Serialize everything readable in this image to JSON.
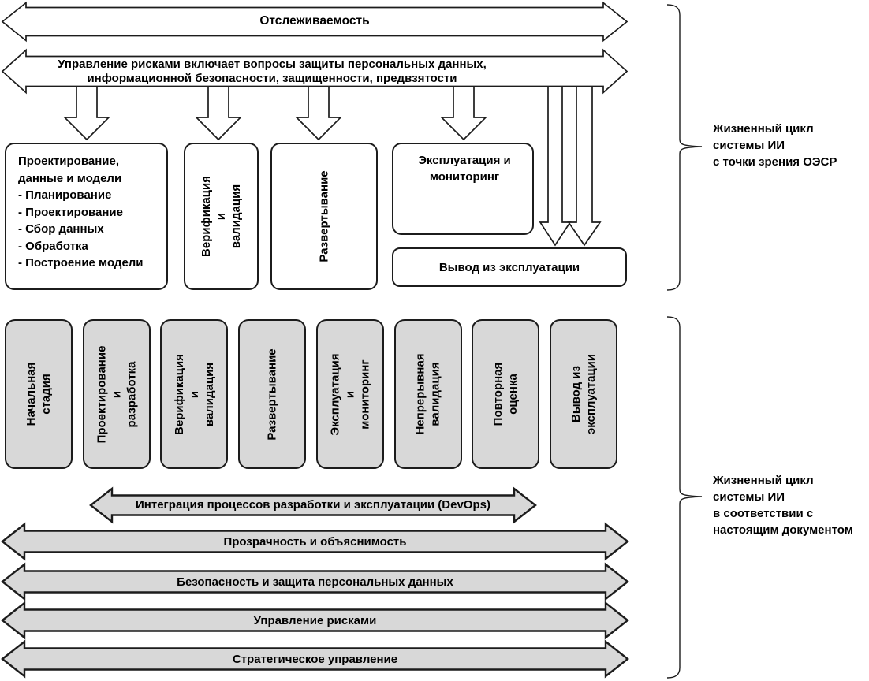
{
  "figure": {
    "top_section": {
      "traceability_arrow": "Отслеживаемость",
      "risk_arrow": "Управление рисками включает вопросы защиты персональных данных,\nинформационной безопасности, защищенности, предвзятости",
      "design_box": "Проектирование,\nданные и модели\n- Планирование\n- Проектирование\n- Сбор данных\n- Обработка\n- Построение модели",
      "verification_box": "Верификация и\nвалидация",
      "deployment_box": "Развертывание",
      "operation_box": "Эксплуатация и\nмониторинг",
      "retirement_box": "Вывод из эксплуатации",
      "brace_label": "Жизненный цикл\nсистемы ИИ\nс точки зрения ОЭСР"
    },
    "bottom_section": {
      "stages": [
        "Начальная стадия",
        "Проектирование и\nразработка",
        "Верификация и\nвалидация",
        "Развертывание",
        "Эксплуатация и\nмониторинг",
        "Непрерывная\nвалидация",
        "Повторная оценка",
        "Вывод из\nэксплуатации"
      ],
      "devops_arrow": "Интеграция процессов разработки и эксплуатации (DevOps)",
      "transparency_arrow": "Прозрачность и объяснимость",
      "security_arrow": "Безопасность и защита персональных данных",
      "risk_arrow": "Управление рисками",
      "governance_arrow": "Стратегическое управление",
      "brace_label": "Жизненный цикл\nсистемы ИИ\nв соответствии с\nнастоящим документом"
    },
    "colors": {
      "shape_fill_gray": "#d8d8d8",
      "shape_fill_white": "#ffffff",
      "outline": "#1c1c1c",
      "text": "#000000"
    }
  }
}
